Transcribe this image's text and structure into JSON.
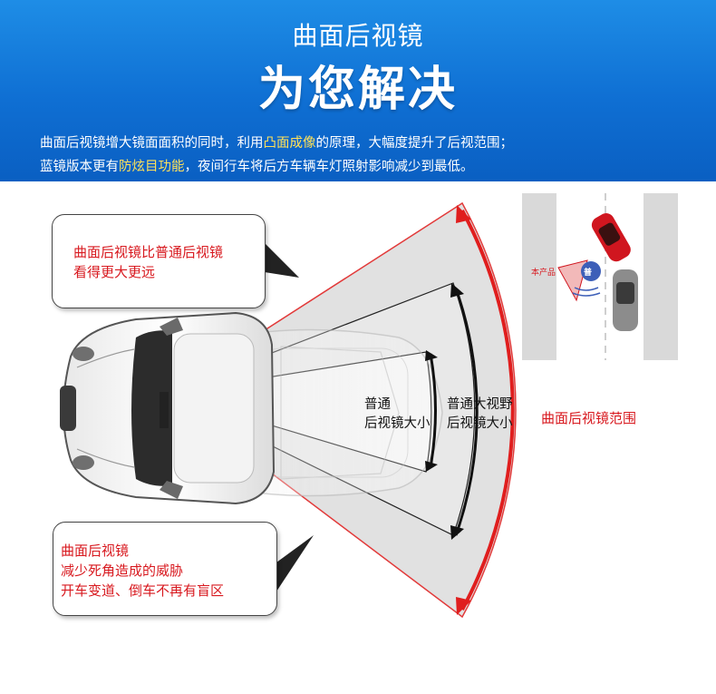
{
  "header": {
    "title": "曲面后视镜",
    "headline": "为您解决",
    "line1_pre": "曲面后视镜增大镜面面积的同时，利用",
    "line1_hl": "凸面成像",
    "line1_post": "的原理，大幅度提升了后视范围；",
    "line2_pre": "蓝镜版本更有",
    "line2_hl": "防炫目功能",
    "line2_post": "，夜间行车将后方车辆车灯照射影响减少到最低。"
  },
  "callout_top": {
    "line1": "曲面后视镜比普通后视镜",
    "line2": "看得更大更远"
  },
  "callout_bottom": {
    "line1": "曲面后视镜",
    "line2": "减少死角造成的威胁",
    "line3": "开车变道、倒车不再有盲区"
  },
  "diagram": {
    "normal_line1": "普通",
    "normal_line2": "后视镜大小",
    "wide_line1": "普通大视野",
    "wide_line2": "后视镜大小",
    "curved_range": "曲面后视镜范围"
  },
  "inset": {
    "product_label": "本产品",
    "badge": "普"
  },
  "colors": {
    "banner_blue": "#1273d8",
    "highlight_yellow": "#ffe15a",
    "accent_red": "#d8191f"
  }
}
